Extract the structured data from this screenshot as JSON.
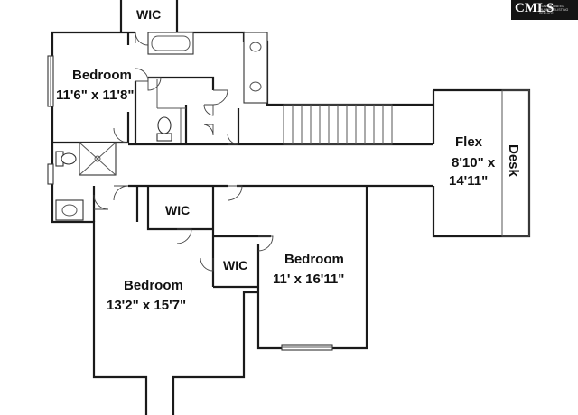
{
  "logo": {
    "mark": "CMLS",
    "tagline": "CONSOLIDATED MULTIPLE LISTING SERVICE"
  },
  "rooms": {
    "wic_top": "WIC",
    "bedroom_nw": {
      "name": "Bedroom",
      "dims": "11'6\" x 11'8\""
    },
    "flex": {
      "name": "Flex",
      "dims_line1": "8'10\" x",
      "dims_line2": "14'11\""
    },
    "desk": "Desk",
    "wic_mid": "WIC",
    "wic_small": "WIC",
    "bedroom_se": {
      "name": "Bedroom",
      "dims": "11' x 16'11\""
    },
    "bedroom_sw": {
      "name": "Bedroom",
      "dims": "13'2\" x 15'7\""
    }
  }
}
